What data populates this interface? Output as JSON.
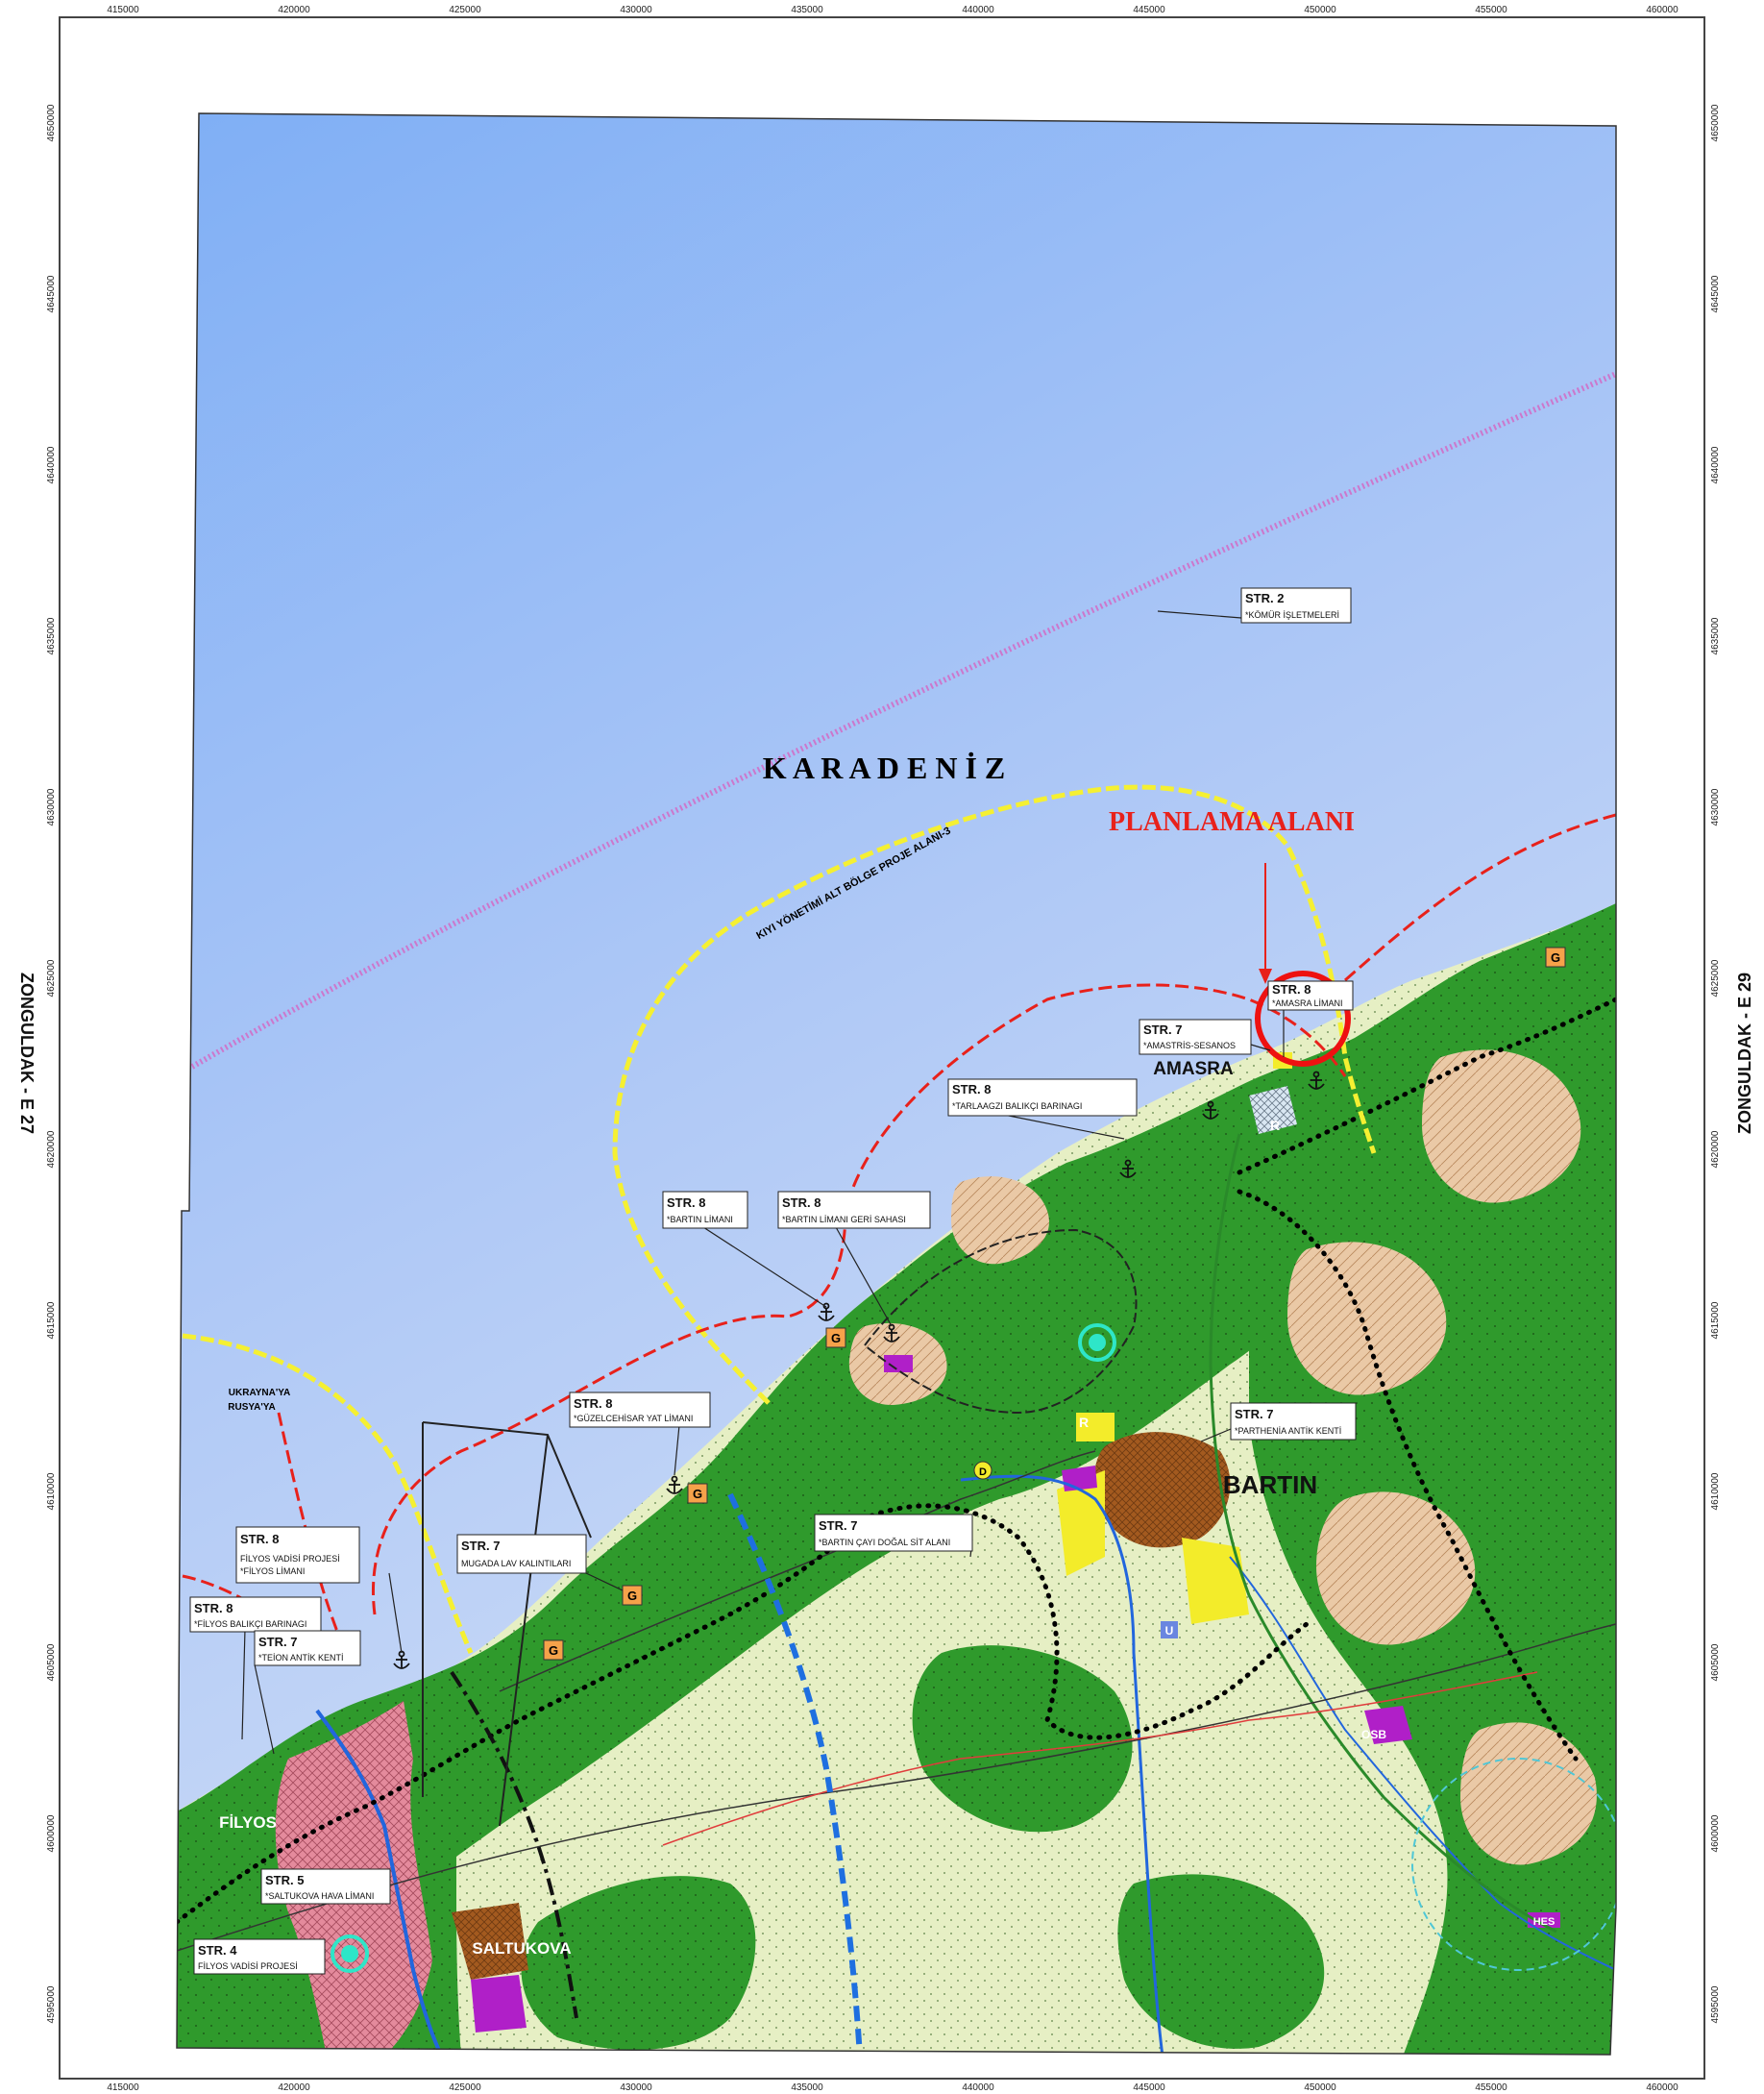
{
  "axes": {
    "x_ticks": [
      "415000",
      "420000",
      "425000",
      "430000",
      "435000",
      "440000",
      "445000",
      "450000",
      "455000",
      "460000"
    ],
    "y_ticks": [
      "4650000",
      "4645000",
      "4640000",
      "4635000",
      "4630000",
      "4625000",
      "4620000",
      "4615000",
      "4610000",
      "4605000",
      "4600000",
      "4595000"
    ]
  },
  "sheets": {
    "left": "ZONGULDAK - E 27",
    "right": "ZONGULDAK - E 29"
  },
  "sea": {
    "name": "K A R A D E N İ Z"
  },
  "planning_area": {
    "title": "PLANLAMA ALANI"
  },
  "project_line": {
    "label": "KIYI YÖNETİMİ ALT BÖLGE PROJE ALANI-3"
  },
  "route": {
    "line1": "UKRAYNA'YA",
    "line2": "RUSYA'YA"
  },
  "towns": {
    "amasra": "AMASRA",
    "bartin": "BARTIN",
    "filyos": "FİLYOS",
    "saltukova": "SALTUKOVA",
    "osb": "OSB",
    "hes": "HES"
  },
  "symbols": {
    "g": "G",
    "r": "R",
    "u": "U",
    "d": "D"
  },
  "strategies": {
    "str2": {
      "label": "STR. 2",
      "lines": [
        "*KÖMÜR İŞLETMELERİ"
      ]
    },
    "str8_amasra": {
      "label": "STR. 8",
      "lines": [
        "*AMASRA LİMANI"
      ]
    },
    "str7_amastris": {
      "label": "STR. 7",
      "lines": [
        "*AMASTRİS-SESANOS"
      ]
    },
    "str8_tarlaagzi": {
      "label": "STR. 8",
      "lines": [
        "*TARLAAGZI BALIKÇI BARINAGI"
      ]
    },
    "str8_bartin_limani": {
      "label": "STR. 8",
      "lines": [
        "*BARTIN LİMANI"
      ]
    },
    "str8_bartin_geri": {
      "label": "STR. 8",
      "lines": [
        "*BARTIN LİMANI GERİ SAHASI"
      ]
    },
    "str8_guzelcehisar": {
      "label": "STR. 8",
      "lines": [
        "*GÜZELCEHİSAR YAT LİMANI"
      ]
    },
    "str7_parthenia": {
      "label": "STR. 7",
      "lines": [
        "*PARTHENİA ANTİK KENTİ"
      ]
    },
    "str7_bartin_cayi": {
      "label": "STR. 7",
      "lines": [
        "*BARTIN ÇAYI DOĞAL SİT ALANI"
      ]
    },
    "str7_mugada": {
      "label": "STR. 7",
      "lines": [
        "MUGADA LAV KALINTILARI"
      ]
    },
    "str8_filyos_vadisi": {
      "label": "STR. 8",
      "lines": [
        "FİLYOS VADİSİ PROJESİ",
        "*FİLYOS LİMANI"
      ]
    },
    "str8_filyos_balikci": {
      "label": "STR. 8",
      "lines": [
        "*FİLYOS BALIKÇI BARINAGI"
      ]
    },
    "str7_teion": {
      "label": "STR. 7",
      "lines": [
        "*TEİON ANTİK KENTİ"
      ]
    },
    "str5_saltukova": {
      "label": "STR. 5",
      "lines": [
        "*SALTUKOVA HAVA LİMANI"
      ]
    },
    "str4_filyos": {
      "label": "STR. 4",
      "lines": [
        "FİLYOS VADİSİ PROJESİ"
      ]
    }
  },
  "colors": {
    "sea_dark": "#7fb0f5",
    "sea_light": "#c9d9f6",
    "forest": "#2f9a2c",
    "agriculture": "#e6efc4",
    "pastoral": "#eac9a6",
    "urban": "#a35a1f",
    "settlement_yellow": "#f3ec2a",
    "industry_purple": "#b01fc8",
    "wetland_pink": "#e48a9c",
    "river": "#2266dd",
    "planning_circle": "#ee1111",
    "boundary_yellow": "#f5f032",
    "boundary_red": "#e8211b",
    "line_magenta": "#cc77cc",
    "line_blue_dash": "#1e6fe0",
    "cyan_marker": "#2ee6c8"
  }
}
